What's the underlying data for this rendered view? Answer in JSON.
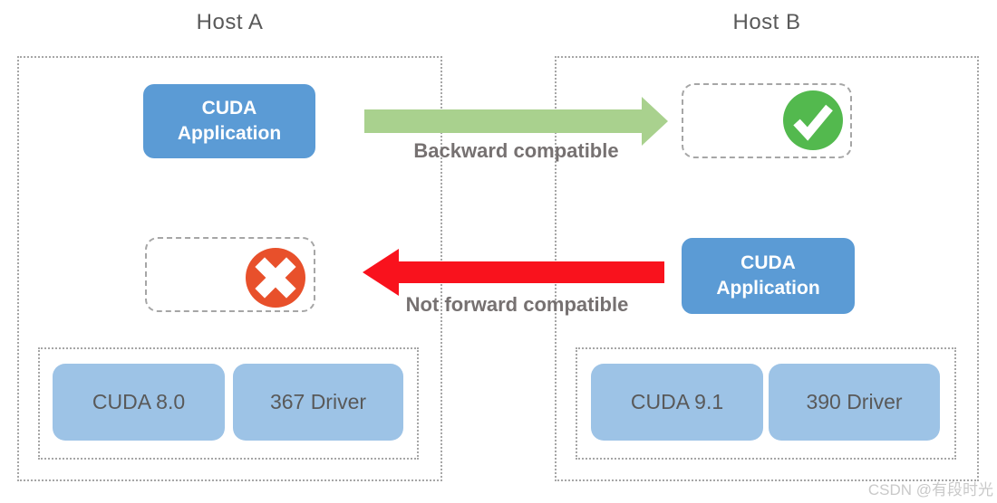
{
  "host_a": {
    "title": "Host A",
    "app": {
      "line1": "CUDA",
      "line2": "Application"
    },
    "stack": [
      "CUDA 8.0",
      "367 Driver"
    ],
    "placeholder_icon": "x-circle"
  },
  "host_b": {
    "title": "Host B",
    "app": {
      "line1": "CUDA",
      "line2": "Application"
    },
    "stack": [
      "CUDA 9.1",
      "390 Driver"
    ],
    "placeholder_icon": "check-circle"
  },
  "arrows": {
    "backward": {
      "label": "Backward compatible",
      "color": "#a9d18e",
      "direction": "right"
    },
    "forward": {
      "label": "Not forward compatible",
      "color": "#f9121d",
      "direction": "left"
    }
  },
  "icons": {
    "check_circle_color": "#53b94e",
    "x_circle_color": "#e8502b",
    "glyph_color": "#ffffff"
  },
  "colors": {
    "app_box_blue": "#5b9bd5",
    "stack_pill_blue": "#9dc3e6",
    "label_gray": "#767171",
    "title_gray": "#595959",
    "border_gray": "#a6a6a6"
  },
  "watermark": {
    "text": "CSDN @有段时光"
  }
}
